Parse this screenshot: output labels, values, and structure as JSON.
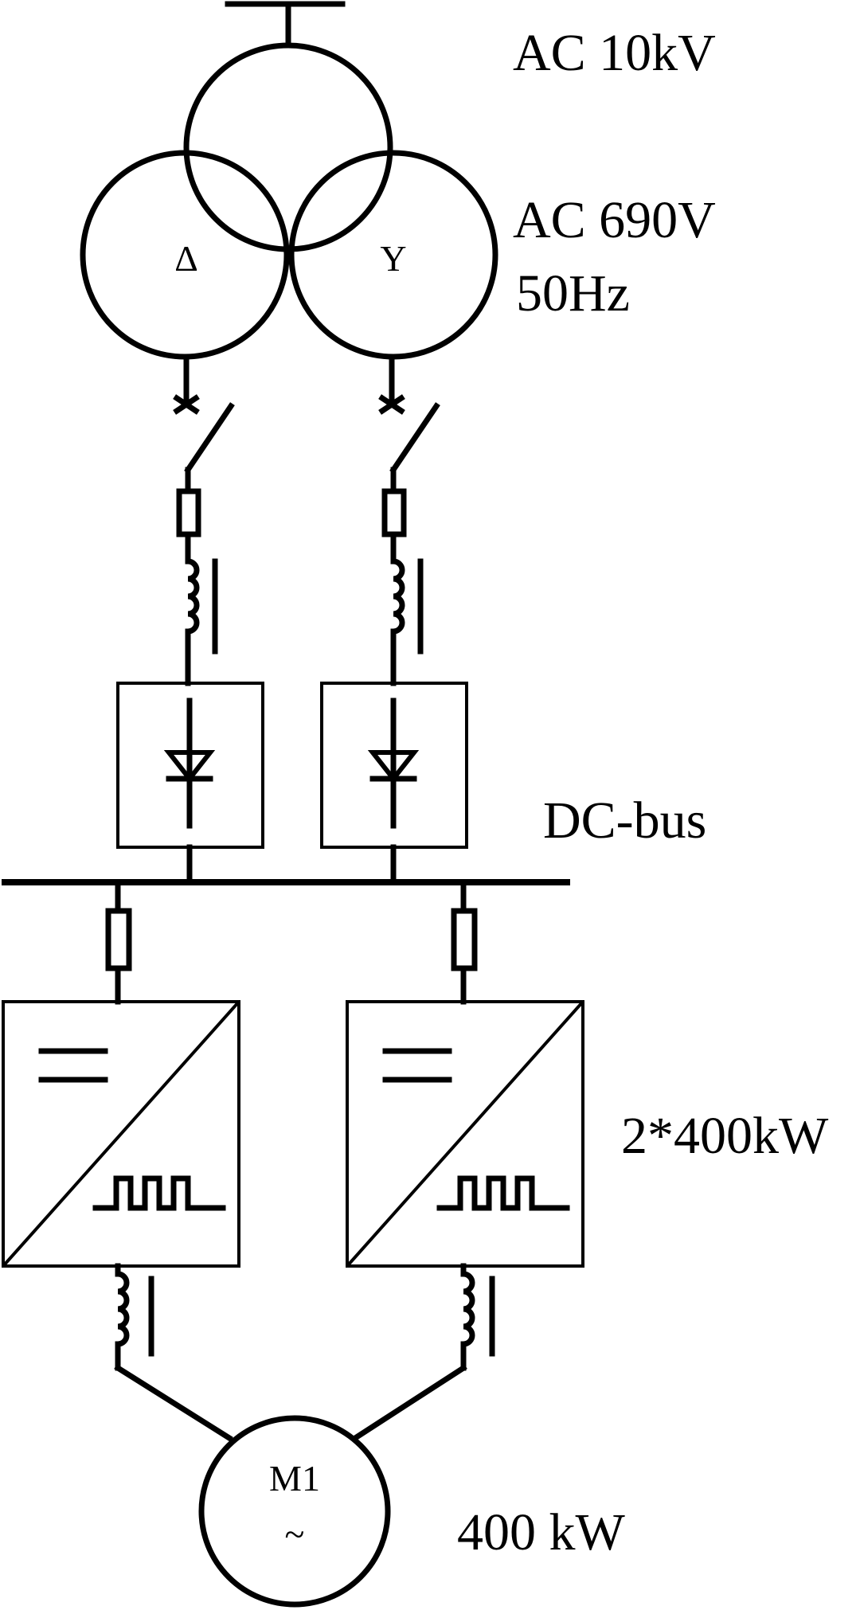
{
  "diagram": {
    "labels": {
      "primary_voltage": "AC 10kV",
      "secondary_voltage": "AC 690V",
      "frequency": "50Hz",
      "dc_bus": "DC-bus",
      "inverter_rating": "2*400kW",
      "motor_rating": "400 kW"
    },
    "transformer": {
      "delta_symbol": "Δ",
      "wye_symbol": "Y"
    },
    "motor": {
      "name": "M1",
      "ac_symbol": "~"
    }
  }
}
